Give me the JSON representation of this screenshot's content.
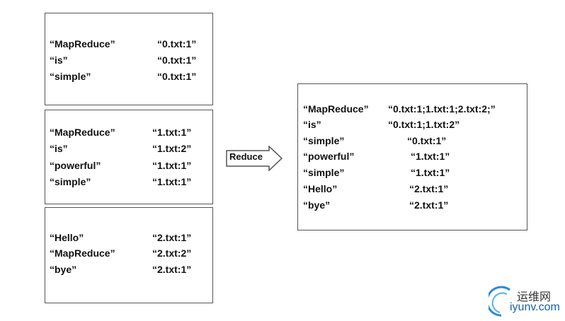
{
  "map_outputs": [
    {
      "rows": [
        [
          "“MapReduce”",
          "“0.txt:1”"
        ],
        [
          "“is”",
          "“0.txt:1”"
        ],
        [
          "“simple”",
          "“0.txt:1”"
        ]
      ]
    },
    {
      "rows": [
        [
          "“MapReduce”",
          "“1.txt:1”"
        ],
        [
          "“is”",
          "“1.txt:2”"
        ],
        [
          "“powerful”",
          "“1.txt:1”"
        ],
        [
          "“simple”",
          "“1.txt:1”"
        ]
      ]
    },
    {
      "rows": [
        [
          "“Hello”",
          "“2.txt:1”"
        ],
        [
          "“MapReduce”",
          "“2.txt:2”"
        ],
        [
          "“bye”",
          "“2.txt:1”"
        ]
      ]
    }
  ],
  "arrow_label": "Reduce",
  "reduce_output": {
    "rows": [
      [
        "“MapReduce”",
        "“0.txt:1;1.txt:1;2.txt:2;”"
      ],
      [
        "“is”",
        "“0.txt:1;1.txt:2”"
      ],
      [
        "“simple”",
        "“0.txt:1”"
      ],
      [
        "“powerful”",
        "“1.txt:1”"
      ],
      [
        "“simple”",
        "“1.txt:1”"
      ],
      [
        "“Hello”",
        "“2.txt:1”"
      ],
      [
        "“bye”",
        "“2.txt:1”"
      ]
    ]
  },
  "watermark": {
    "cn": "运维网",
    "en": "iyunv.com"
  }
}
